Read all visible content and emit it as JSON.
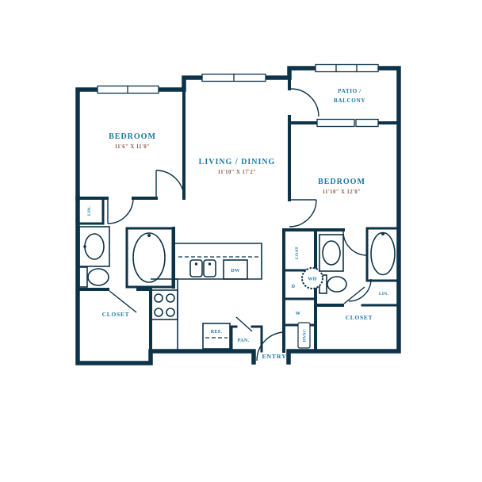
{
  "plan": {
    "type": "apartment-floor-plan",
    "rooms": {
      "bedroom_left": {
        "label": "BEDROOM",
        "dims": "11'6\" X 11'0\""
      },
      "living_dining": {
        "label": "LIVING / DINING",
        "dims": "11'10\" X 17'2\""
      },
      "bedroom_right": {
        "label": "BEDROOM",
        "dims": "11'10\" X 12'0\""
      },
      "patio": {
        "label_line1": "PATIO /",
        "label_line2": "BALCONY"
      },
      "closet_left": {
        "label": "CLOSET"
      },
      "closet_right": {
        "label": "CLOSET"
      },
      "entry": {
        "label": "ENTRY"
      }
    },
    "fixtures": {
      "linen_left": "LIN.",
      "linen_right": "LIN.",
      "coat_closet": "COAT",
      "dryer": "D",
      "washer": "W",
      "water_heater": "WH",
      "hvac": "HVAC",
      "dishwasher": "DW",
      "refrigerator": "REF.",
      "pantry": "PAN."
    },
    "colors": {
      "wall": "#0d3349",
      "room_label": "#1a78a5",
      "dimension_label": "#8a5c49",
      "background": "#ffffff"
    }
  }
}
